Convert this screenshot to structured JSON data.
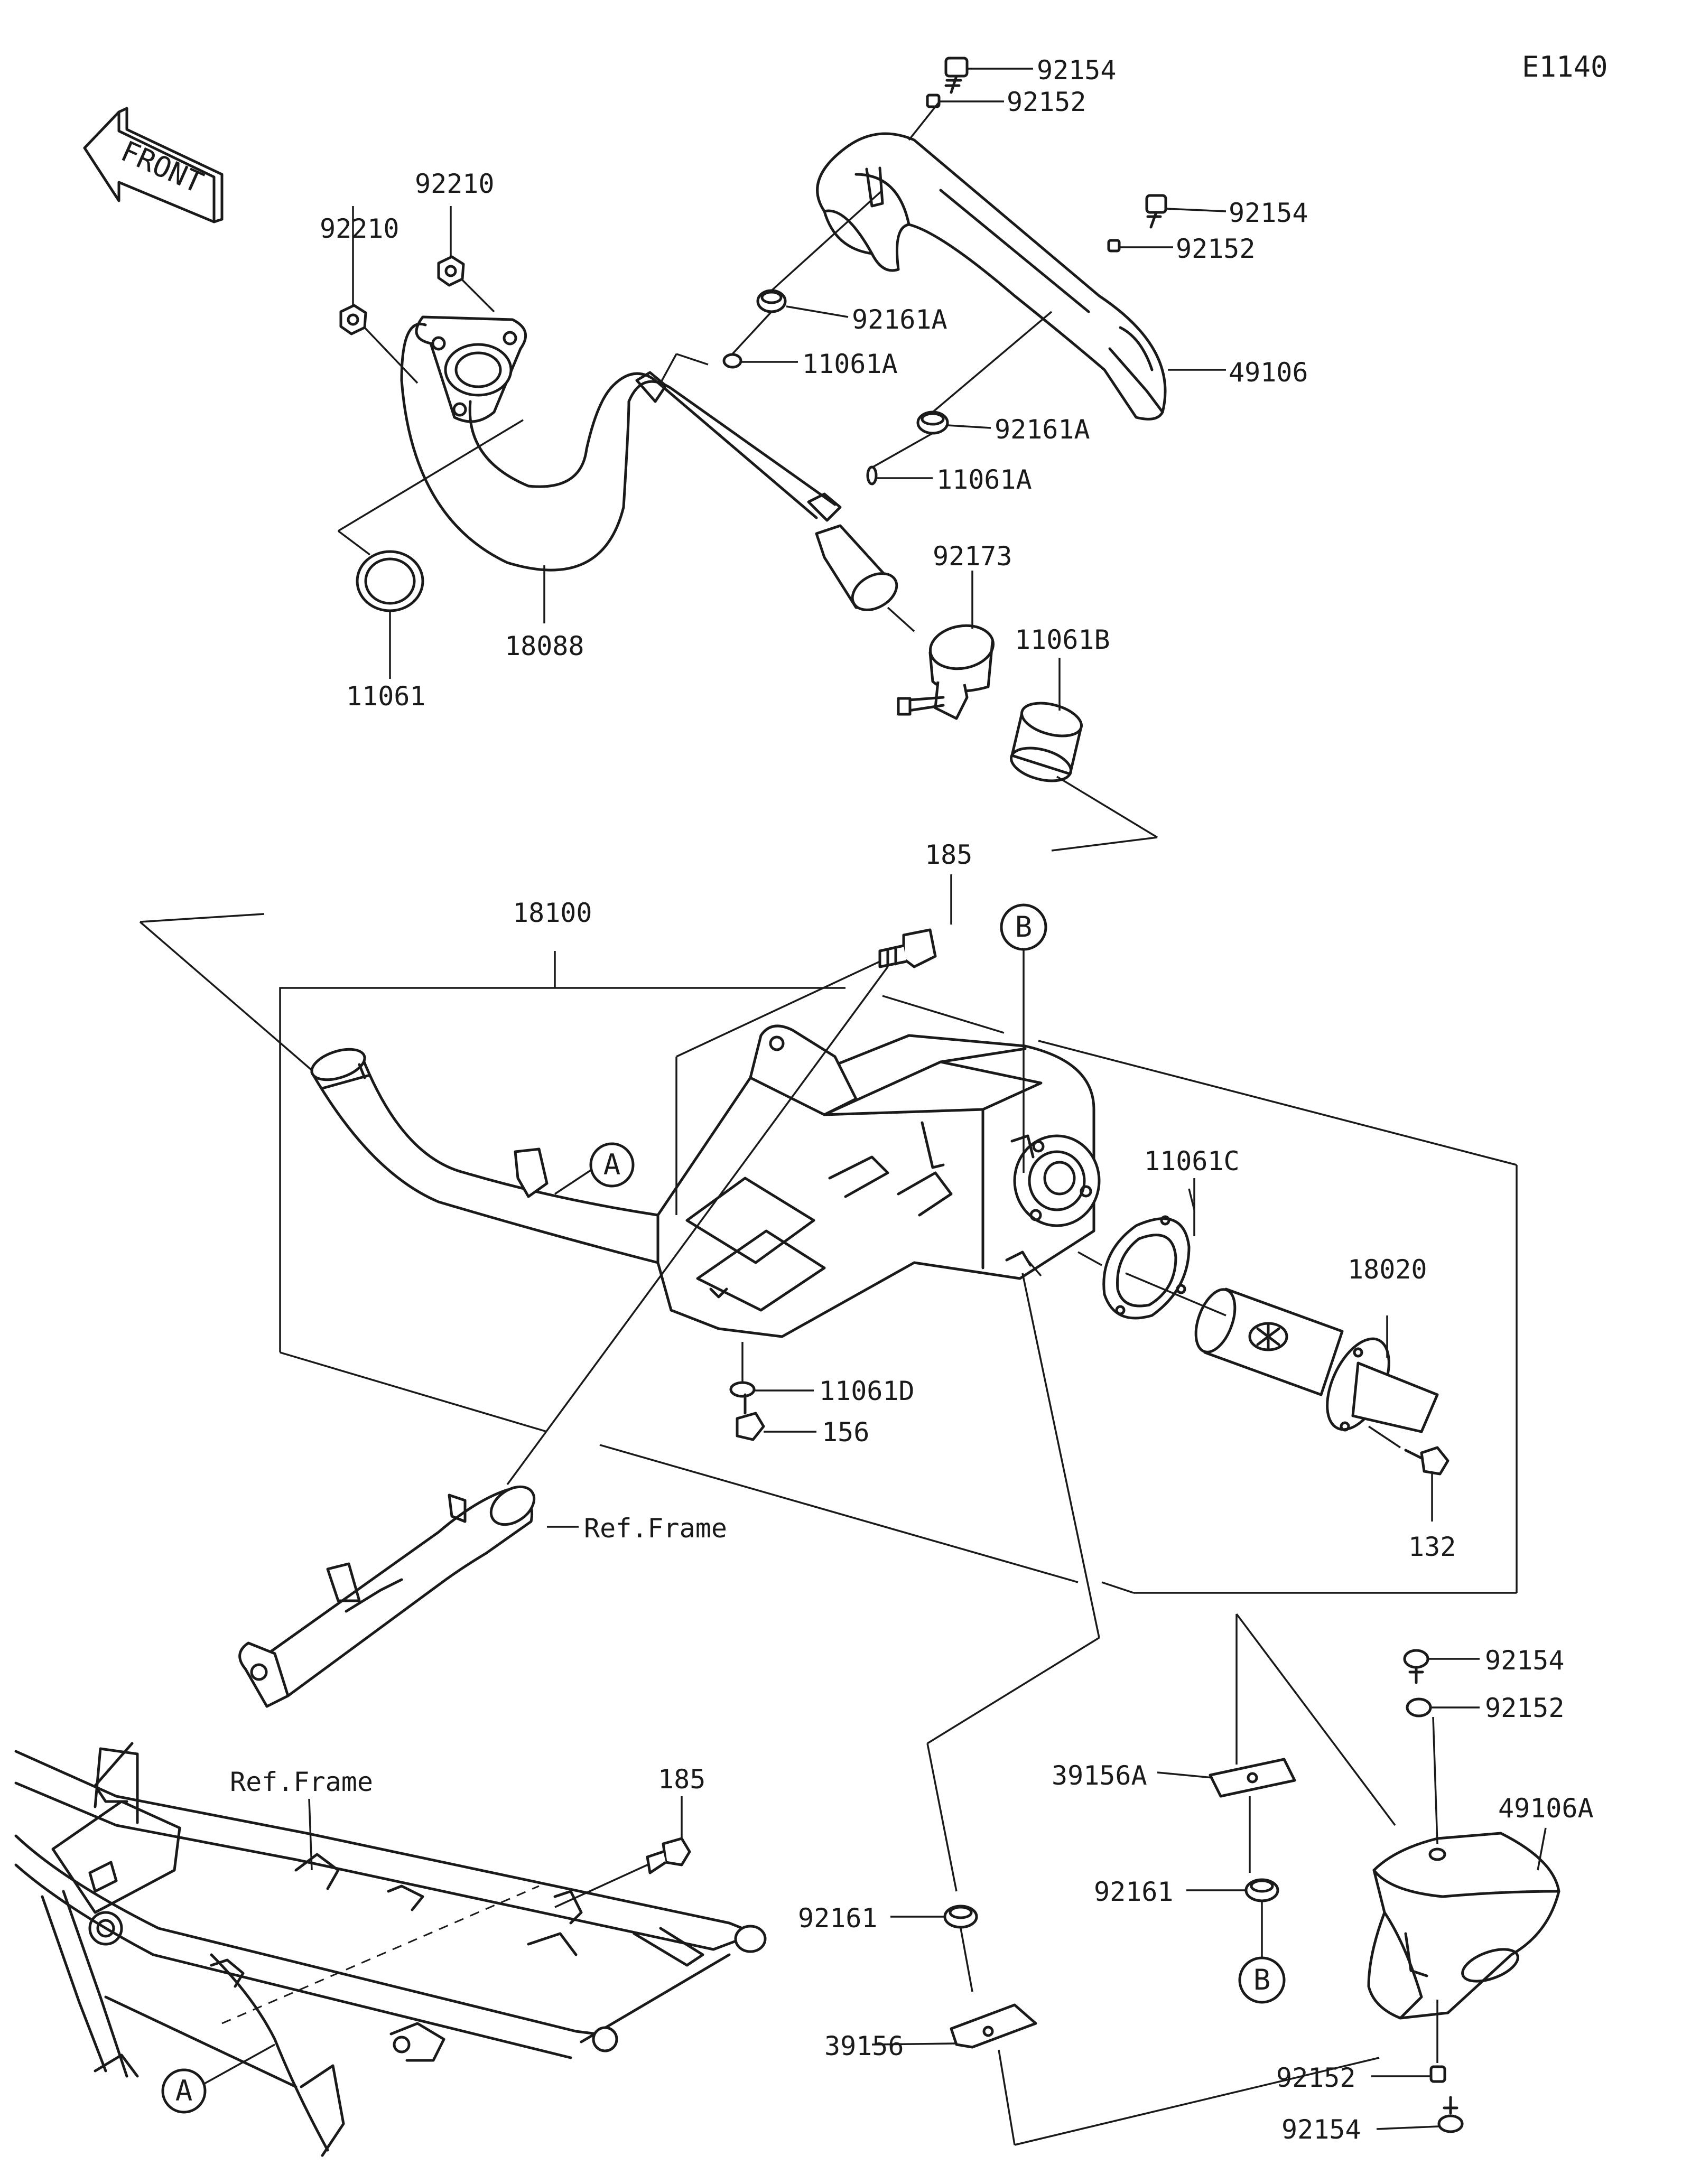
{
  "diagram_code": "E1140",
  "front_label": "FRONT",
  "labels": {
    "p92154_top": "92154",
    "p92152_top": "92152",
    "p92154_mid": "92154",
    "p92152_mid": "92152",
    "p92210_a": "92210",
    "p92210_b": "92210",
    "p92161A_a": "92161A",
    "p11061A_a": "11061A",
    "p49106": "49106",
    "p92161A_b": "92161A",
    "p11061A_b": "11061A",
    "p92173": "92173",
    "p11061B": "11061B",
    "p18088": "18088",
    "p11061": "11061",
    "p185_a": "185",
    "p18100": "18100",
    "ref_b_top": "B",
    "ref_a_top": "A",
    "p11061C": "11061C",
    "p18020": "18020",
    "p11061D": "11061D",
    "p156": "156",
    "ref_frame_a": "Ref.Frame",
    "p132": "132",
    "p92154_r": "92154",
    "p92152_r": "92152",
    "p49106A": "49106A",
    "p39156A": "39156A",
    "p92161_r": "92161",
    "ref_b_bottom": "B",
    "p185_b": "185",
    "ref_frame_b": "Ref.Frame",
    "p92161_l": "92161",
    "p39156": "39156",
    "p92152_bottom": "92152",
    "p92154_bottom": "92154",
    "ref_a_bottom": "A"
  }
}
